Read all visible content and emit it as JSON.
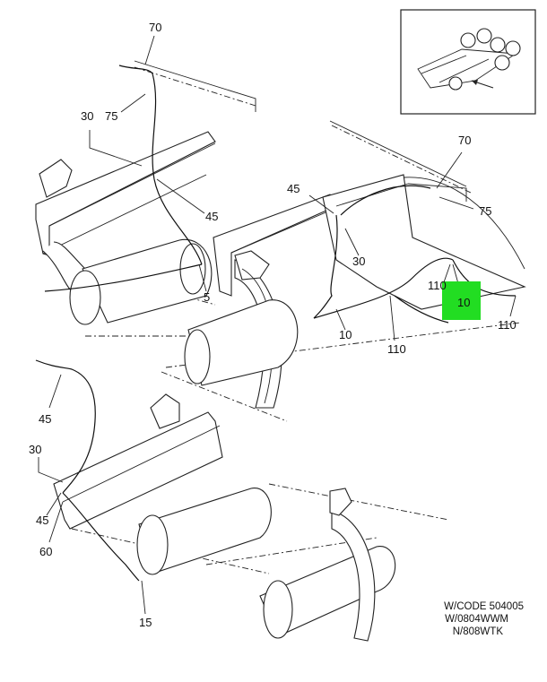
{
  "colors": {
    "highlight": "#22dd22",
    "line": "#222222",
    "background": "#ffffff"
  },
  "callouts": [
    {
      "text": "70"
    },
    {
      "text": "75"
    },
    {
      "text": "30"
    },
    {
      "text": "45"
    },
    {
      "text": "5"
    },
    {
      "text": "45"
    },
    {
      "text": "70"
    },
    {
      "text": "75"
    },
    {
      "text": "30"
    },
    {
      "text": "110"
    },
    {
      "text": "10"
    },
    {
      "text": "10"
    },
    {
      "text": "110"
    },
    {
      "text": "110"
    },
    {
      "text": "45"
    },
    {
      "text": "30"
    },
    {
      "text": "45"
    },
    {
      "text": "60"
    },
    {
      "text": "15"
    }
  ],
  "highlighted_callout": {
    "text": "10"
  },
  "codes": [
    "W/CODE 504005",
    "W/0804WWM",
    "N/808WTK"
  ]
}
